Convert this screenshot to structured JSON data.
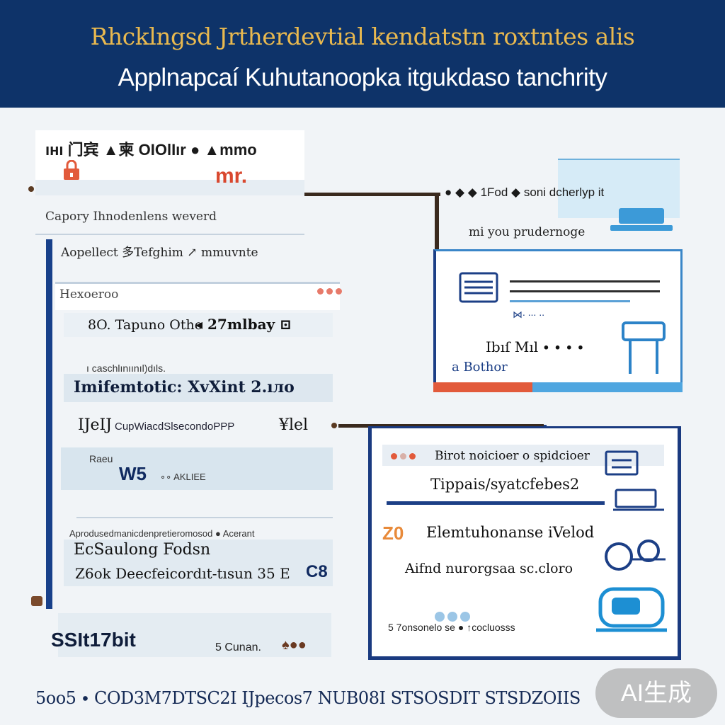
{
  "banner": {
    "title": "Rhcklngsd Jrtherdevtial kendatstn roxtntes alis",
    "subtitle": "Applnapcaí Kuhutanoopka itgukdaso tanchrity"
  },
  "left": {
    "header_chars": "ıнı 门宾 ▲柬 OIOlIır ● ▲mmo",
    "red_mark": "mr.",
    "company_line": "Capory Ihnodenlens weverd",
    "section_line": "Aopellect 多Tefghim ↗ mmuvnte",
    "panel_label": "Hexoeroo",
    "row1_left": "8O. Tapuno Otho",
    "row1_right": "◂ 27mlbay ⊡",
    "caption1": "ı caschlınıınıl)dıls.",
    "row2_big": "Imifemtotic: XvXint 2.ıло",
    "row3_left": "IJeIJ",
    "row3_mid": "CupWiacdSlsecondoPPP",
    "row3_right": "¥lel",
    "card_small": "Raeu",
    "card_big": "W5",
    "card_mid": "∘∘ AKLIEE",
    "caption2": "Aprodusedmanicdenpretieromosod ● Acerant",
    "row4_a": "EcSaulong Fodsn",
    "row4_b": "Z6ok Deecfeicordıt-tısun 35 E",
    "row4_c": "C8",
    "bottom_big": "SSIt17bit",
    "bottom_small": "5 Cunan.",
    "bottom_icon": "♠●●"
  },
  "right_top": {
    "header": "● ◆ ◆ 1Fod ◆ soni dcherlyp it",
    "line2": "mi you prudernoge",
    "label_a": "⋈∙ ∙∙∙ ∙∙",
    "label_b": "Ibıſ Mıl ∙ ∙ ∙ ∙",
    "label_c": "a Bothor"
  },
  "right_bottom": {
    "header": "Birot noicioer o spidcioer",
    "line2": "Tippais/syatcfebes2",
    "big_left": "Z0",
    "line3": "Elemtuhonanse iVelod",
    "line4": "Aifnd nurorgsaa sc.cloro",
    "line5": "5 7onsonelo se ● ↑cocluosss"
  },
  "footer": {
    "text": "5oo5 ∙ COD3M7DTSC2I IJpecos7 NUB08I STSOSDIT STSDZOIIS"
  },
  "watermark": "AI生成",
  "colors": {
    "banner": "#0e3369",
    "title_gold": "#e9b94f",
    "rail_blue": "#18408a",
    "accent_red": "#e25a3b",
    "accent_sky": "#4fa6e0"
  }
}
